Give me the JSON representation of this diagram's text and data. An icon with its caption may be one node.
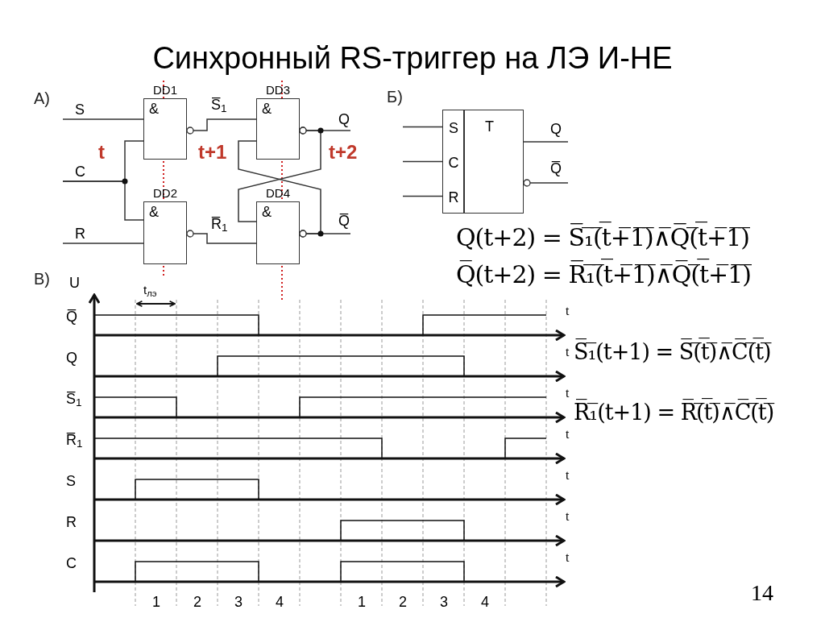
{
  "diagram": {
    "title": "Синхронный RS-триггер на ЛЭ И-НЕ",
    "nodes": [
      {
        "text": [
          "S"
        ]
      },
      {
        "text": [
          "C"
        ]
      },
      {
        "text": [
          "R"
        ]
      },
      {
        "text": [
          "DD1",
          "&"
        ]
      },
      {
        "text": [
          "DD2",
          "&"
        ]
      },
      {
        "text": [
          "DD3",
          "&"
        ]
      },
      {
        "text": [
          "DD4",
          "&"
        ]
      },
      {
        "text": [
          "Q"
        ]
      },
      {
        "text": [
          "Q̅"
        ]
      },
      {
        "text": [
          "T"
        ]
      },
      {
        "text": [
          "S"
        ],
        "in": 9
      },
      {
        "text": [
          "C"
        ],
        "in": 9
      },
      {
        "text": [
          "R"
        ],
        "in": 9
      },
      {
        "text": [
          "Q"
        ]
      },
      {
        "text": [
          "Q̅"
        ]
      }
    ],
    "edges": [
      {
        "from": 0,
        "to": 3,
        "arrow": "none"
      },
      {
        "from": 1,
        "to": 3,
        "arrow": "none"
      },
      {
        "from": 1,
        "to": 4,
        "arrow": "none"
      },
      {
        "from": 2,
        "to": 4,
        "arrow": "none"
      },
      {
        "from": 3,
        "to": 5,
        "arrow": "other",
        "label": "S̅$_{1}$"
      },
      {
        "from": 4,
        "to": 6,
        "arrow": "other",
        "label": "R̅$_{1}$"
      },
      {
        "from": 5,
        "to": 7,
        "arrow": "other"
      },
      {
        "from": 6,
        "to": 8,
        "arrow": "other"
      },
      {
        "from": 5,
        "to": 6,
        "arrow": "other"
      },
      {
        "from": 6,
        "to": 5,
        "arrow": "other"
      },
      {
        "from": null,
        "to": 10,
        "arrow": "none"
      },
      {
        "from": null,
        "to": 11,
        "arrow": "none"
      },
      {
        "from": null,
        "to": 12,
        "arrow": "none"
      },
      {
        "from": 9,
        "to": 13,
        "arrow": "none"
      },
      {
        "from": 9,
        "to": 14,
        "arrow": "other"
      }
    ],
    "labels": [
      "А)",
      "t",
      "t+1",
      "t+2",
      "Б)",
      "Q(t+2) = S̅̅₁̅(̅t̅+̅1̅)̅∧̅Q̅̅(̅t̅+̅1̅)̅",
      "Q̅(t+2) = R̅̅₁̅(̅t̅+̅1̅)̅∧̅Q̅(̅t̅+̅1̅)̅",
      "В)",
      "U",
      "t$_{лэ}$",
      "S̅₁̅(t+1) = S̅(̅t̅)̅∧̅C̅(̅t̅)̅",
      "R̅₁̅(t+1) = R̅(̅t̅)̅∧̅C̅(̅t̅)̅",
      "Q̅",
      "Q",
      "S̅$_{1}$",
      "R̅$_{1}$",
      "S",
      "R",
      "C",
      "t",
      "t",
      "t",
      "t",
      "t",
      "t",
      "t",
      "1",
      "2",
      "3",
      "4",
      "1",
      "2",
      "3",
      "4",
      "14"
    ]
  }
}
